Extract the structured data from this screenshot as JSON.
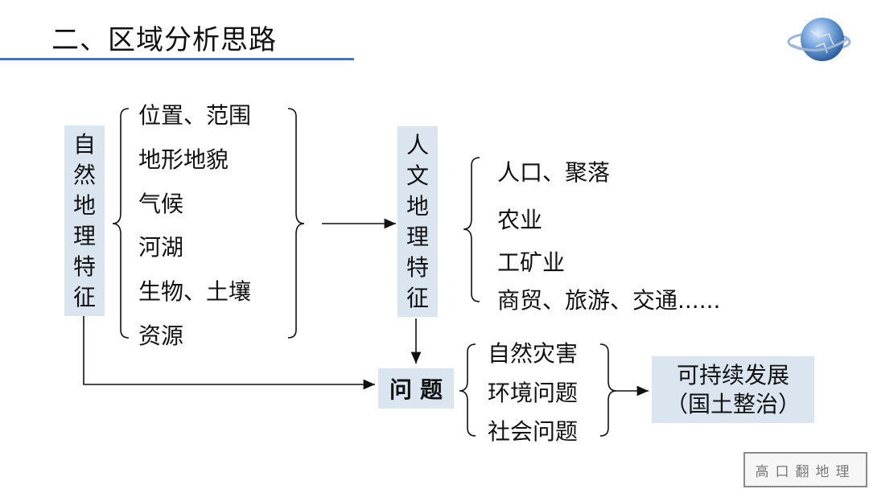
{
  "title": "二、区域分析思路",
  "natural_box": {
    "chars": [
      "自",
      "然",
      "地",
      "理",
      "特",
      "征"
    ]
  },
  "natural_items": [
    "位置、范围",
    "地形地貌",
    "气候",
    "河湖",
    "生物、土壤",
    "资源"
  ],
  "human_box": {
    "chars": [
      "人",
      "文",
      "地",
      "理",
      "特",
      "征"
    ]
  },
  "human_items": [
    "人口、聚落",
    "农业",
    "工矿业",
    "商贸、旅游、交通......"
  ],
  "problem_box": {
    "label": "问题"
  },
  "problem_items": [
    "自然灾害",
    "环境问题",
    "社会问题"
  ],
  "goal_box": {
    "line1": "可持续发展",
    "line2": "（国土整治）"
  },
  "stamp_text": "高口翻地理",
  "colors": {
    "box_fill": "#dbe5f0",
    "title_rule": "#4a72b8"
  },
  "icons": [
    "globe-icon"
  ]
}
